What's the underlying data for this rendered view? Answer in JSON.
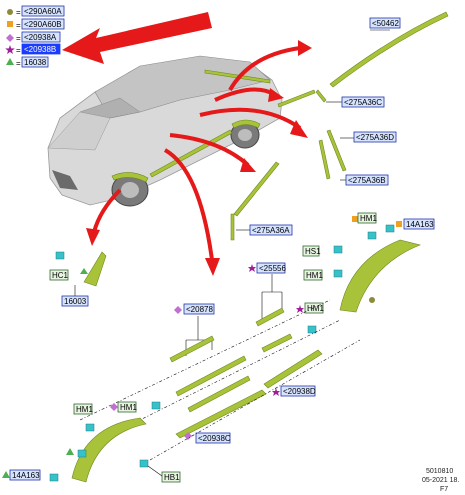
{
  "legend": {
    "eq": "=",
    "items": [
      {
        "code": "<290A60A",
        "symbol": "circle",
        "color": "#8b8b3a"
      },
      {
        "code": "<290A60B",
        "symbol": "square",
        "color": "#f0a020"
      },
      {
        "code": "<20938A",
        "symbol": "diamond",
        "color": "#c070d0"
      },
      {
        "code": "<20938B",
        "symbol": "star",
        "color": "#a0209a",
        "selected": true
      },
      {
        "code": "16038",
        "symbol": "triangle",
        "color": "#4caf50"
      }
    ]
  },
  "callouts": {
    "c50462": "<50462",
    "c275A36C": "<275A36C",
    "c275A36D": "<275A36D",
    "c275A36B": "<275A36B",
    "c275A36A": "<275A36A",
    "hc1": "HC1",
    "c16003": "16003",
    "c25556": "<25556",
    "c20878": "<20878",
    "hm1_a": "HM1",
    "hm1_b": "HM1",
    "hm1_c": "HM1",
    "hm1_d": "HM1",
    "hm1_e": "HM1",
    "hs1": "HS1",
    "c14A163_top": "14A163",
    "c14A163_bot": "14A163",
    "c20938D": "<20938D",
    "c20938C": "<20938C",
    "hb1": "HB1"
  },
  "footer": {
    "code": "5010810",
    "date": "05-2021 18.",
    "page": "F7"
  },
  "colors": {
    "part_fill": "#a8c23a",
    "clip": "#37c2c9",
    "arrow": "#e51919"
  }
}
